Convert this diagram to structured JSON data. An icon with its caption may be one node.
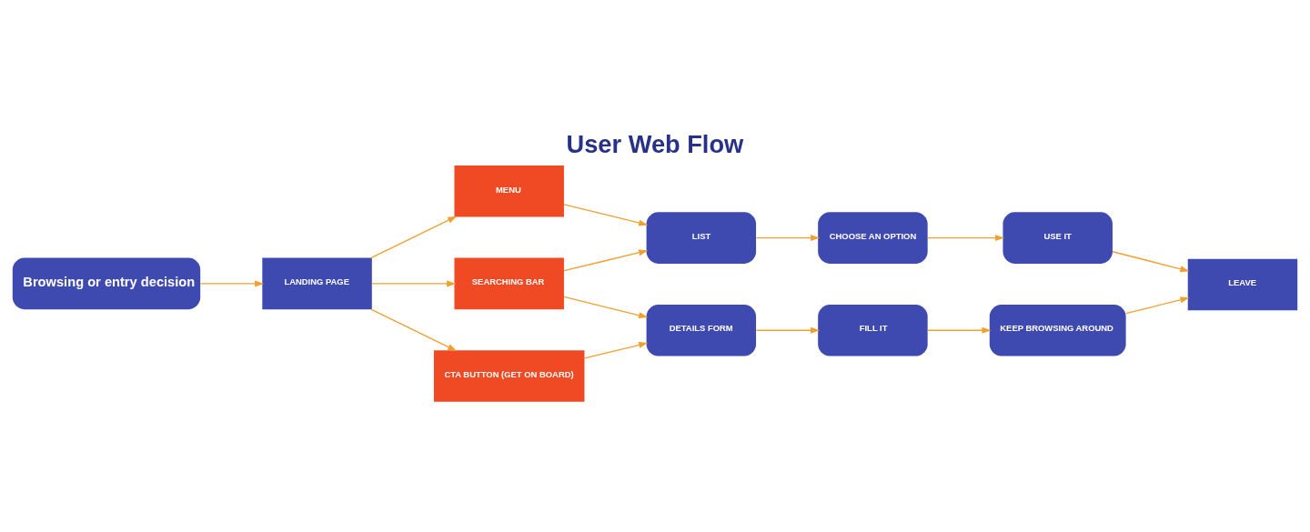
{
  "diagram": {
    "title": "User Web Flow",
    "nodes": [
      {
        "text": [
          "Browsing or entry decision"
        ]
      },
      {
        "text": [
          "LANDING PAGE"
        ]
      },
      {
        "text": [
          "MENU"
        ]
      },
      {
        "text": [
          "SEARCHING BAR"
        ]
      },
      {
        "text": [
          "CTA BUTTON (GET ON BOARD)"
        ]
      },
      {
        "text": [
          "LIST"
        ]
      },
      {
        "text": [
          "CHOOSE AN OPTION"
        ]
      },
      {
        "text": [
          "USE IT"
        ]
      },
      {
        "text": [
          "DETAILS FORM"
        ]
      },
      {
        "text": [
          "FILL IT"
        ]
      },
      {
        "text": [
          "KEEP BROWSING AROUND"
        ]
      },
      {
        "text": [
          "LEAVE"
        ]
      }
    ],
    "edges": [
      {
        "from": 0,
        "to": 1,
        "arrow": "to"
      },
      {
        "from": 1,
        "to": 2,
        "arrow": "to"
      },
      {
        "from": 1,
        "to": 3,
        "arrow": "to"
      },
      {
        "from": 1,
        "to": 4,
        "arrow": "to"
      },
      {
        "from": 2,
        "to": 5,
        "arrow": "to"
      },
      {
        "from": 3,
        "to": 5,
        "arrow": "to"
      },
      {
        "from": 3,
        "to": 8,
        "arrow": "to"
      },
      {
        "from": 4,
        "to": 8,
        "arrow": "to"
      },
      {
        "from": 5,
        "to": 6,
        "arrow": "to"
      },
      {
        "from": 6,
        "to": 7,
        "arrow": "to"
      },
      {
        "from": 7,
        "to": 11,
        "arrow": "to"
      },
      {
        "from": 8,
        "to": 9,
        "arrow": "to"
      },
      {
        "from": 9,
        "to": 10,
        "arrow": "to"
      },
      {
        "from": 10,
        "to": 11,
        "arrow": "to"
      }
    ]
  }
}
